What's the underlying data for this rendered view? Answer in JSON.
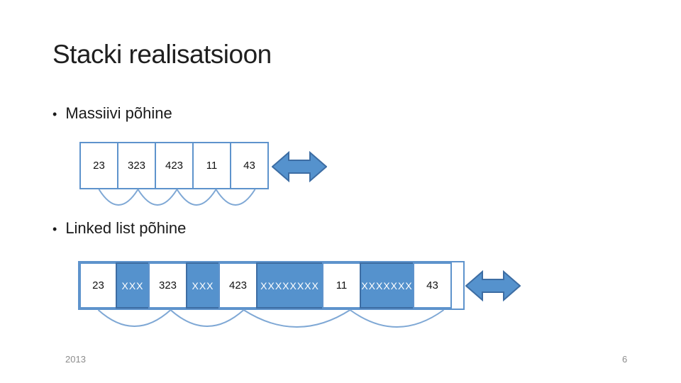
{
  "slide": {
    "title": "Stacki realisatsioon",
    "footer_year": "2013",
    "page_number": "6"
  },
  "bullets": {
    "marker": "•",
    "items": [
      {
        "text": "Massiivi põhine"
      },
      {
        "text": "Linked list põhine"
      }
    ]
  },
  "array_stack": {
    "cells": [
      "23",
      "323",
      "423",
      "11",
      "43"
    ]
  },
  "linked_stack": {
    "cells": [
      {
        "value": "23",
        "filled": false
      },
      {
        "value": "XXX",
        "filled": true
      },
      {
        "value": "323",
        "filled": false
      },
      {
        "value": "XXX",
        "filled": true
      },
      {
        "value": "423",
        "filled": false
      },
      {
        "value": "XXXXXXXX",
        "filled": true
      },
      {
        "value": "11",
        "filled": false
      },
      {
        "value": "XXXXXXX",
        "filled": true
      },
      {
        "value": "43",
        "filled": false
      }
    ]
  },
  "colors": {
    "cell_border": "#5e93cc",
    "fill_blue": "#5592cd",
    "fill_blue_border": "#3d6da3",
    "arc": "#7fa8d5",
    "arrow_fill": "#5592cd",
    "arrow_border": "#3d6da3",
    "footer_text": "#8c8c8c"
  }
}
